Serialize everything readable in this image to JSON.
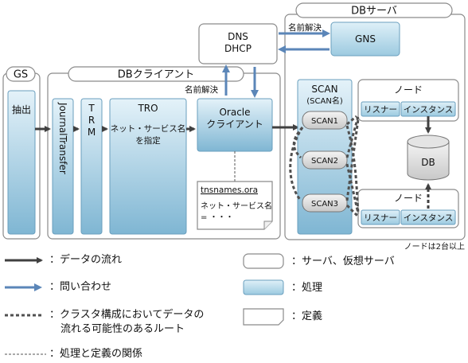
{
  "db_server": {
    "title": "DBサーバ"
  },
  "dns": {
    "line1": "DNS",
    "line2": "DHCP"
  },
  "gns": {
    "label": "GNS"
  },
  "query_label_top": "名前解決",
  "query_label_mid": "名前解決",
  "gs": {
    "title": "GS",
    "extract": "抽出"
  },
  "db_client": {
    "title": "DBクライアント",
    "journal": "JournalTransfer",
    "trm": [
      "T",
      "R",
      "M"
    ],
    "tro": {
      "title": "TRO",
      "line1": "ネット・サービス名",
      "line2": "を指定"
    },
    "oracle": {
      "line1": "Oracle",
      "line2": "クライアント"
    }
  },
  "tnsnames": {
    "title": "tnsnames.ora",
    "line1": "ネット・サービス名",
    "line2": "= ・・・"
  },
  "scan": {
    "title": "SCAN",
    "subtitle": "(SCAN名)",
    "items": [
      "SCAN1",
      "SCAN2",
      "SCAN3"
    ]
  },
  "nodes": [
    {
      "title": "ノード",
      "listener": "リスナー",
      "instance": "インスタンス"
    },
    {
      "title": "ノード",
      "listener": "リスナー",
      "instance": "インスタンス"
    }
  ],
  "db": {
    "label": "DB"
  },
  "note": "ノードは2台以上",
  "legend": {
    "data_flow": "：データの流れ",
    "query": "：問い合わせ",
    "cluster_route_1": "：クラスタ構成においてデータの",
    "cluster_route_2": "流れる可能性のあるルート",
    "relation": "：処理と定義の関係",
    "server": "：サーバ、仮想サーバ",
    "process": "：処理",
    "definition": "：定義"
  },
  "colors": {
    "process_light": "#d6eaf4",
    "process_dark": "#7fb6d3",
    "arrow_dark": "#404040",
    "arrow_blue": "#5b86b8"
  }
}
